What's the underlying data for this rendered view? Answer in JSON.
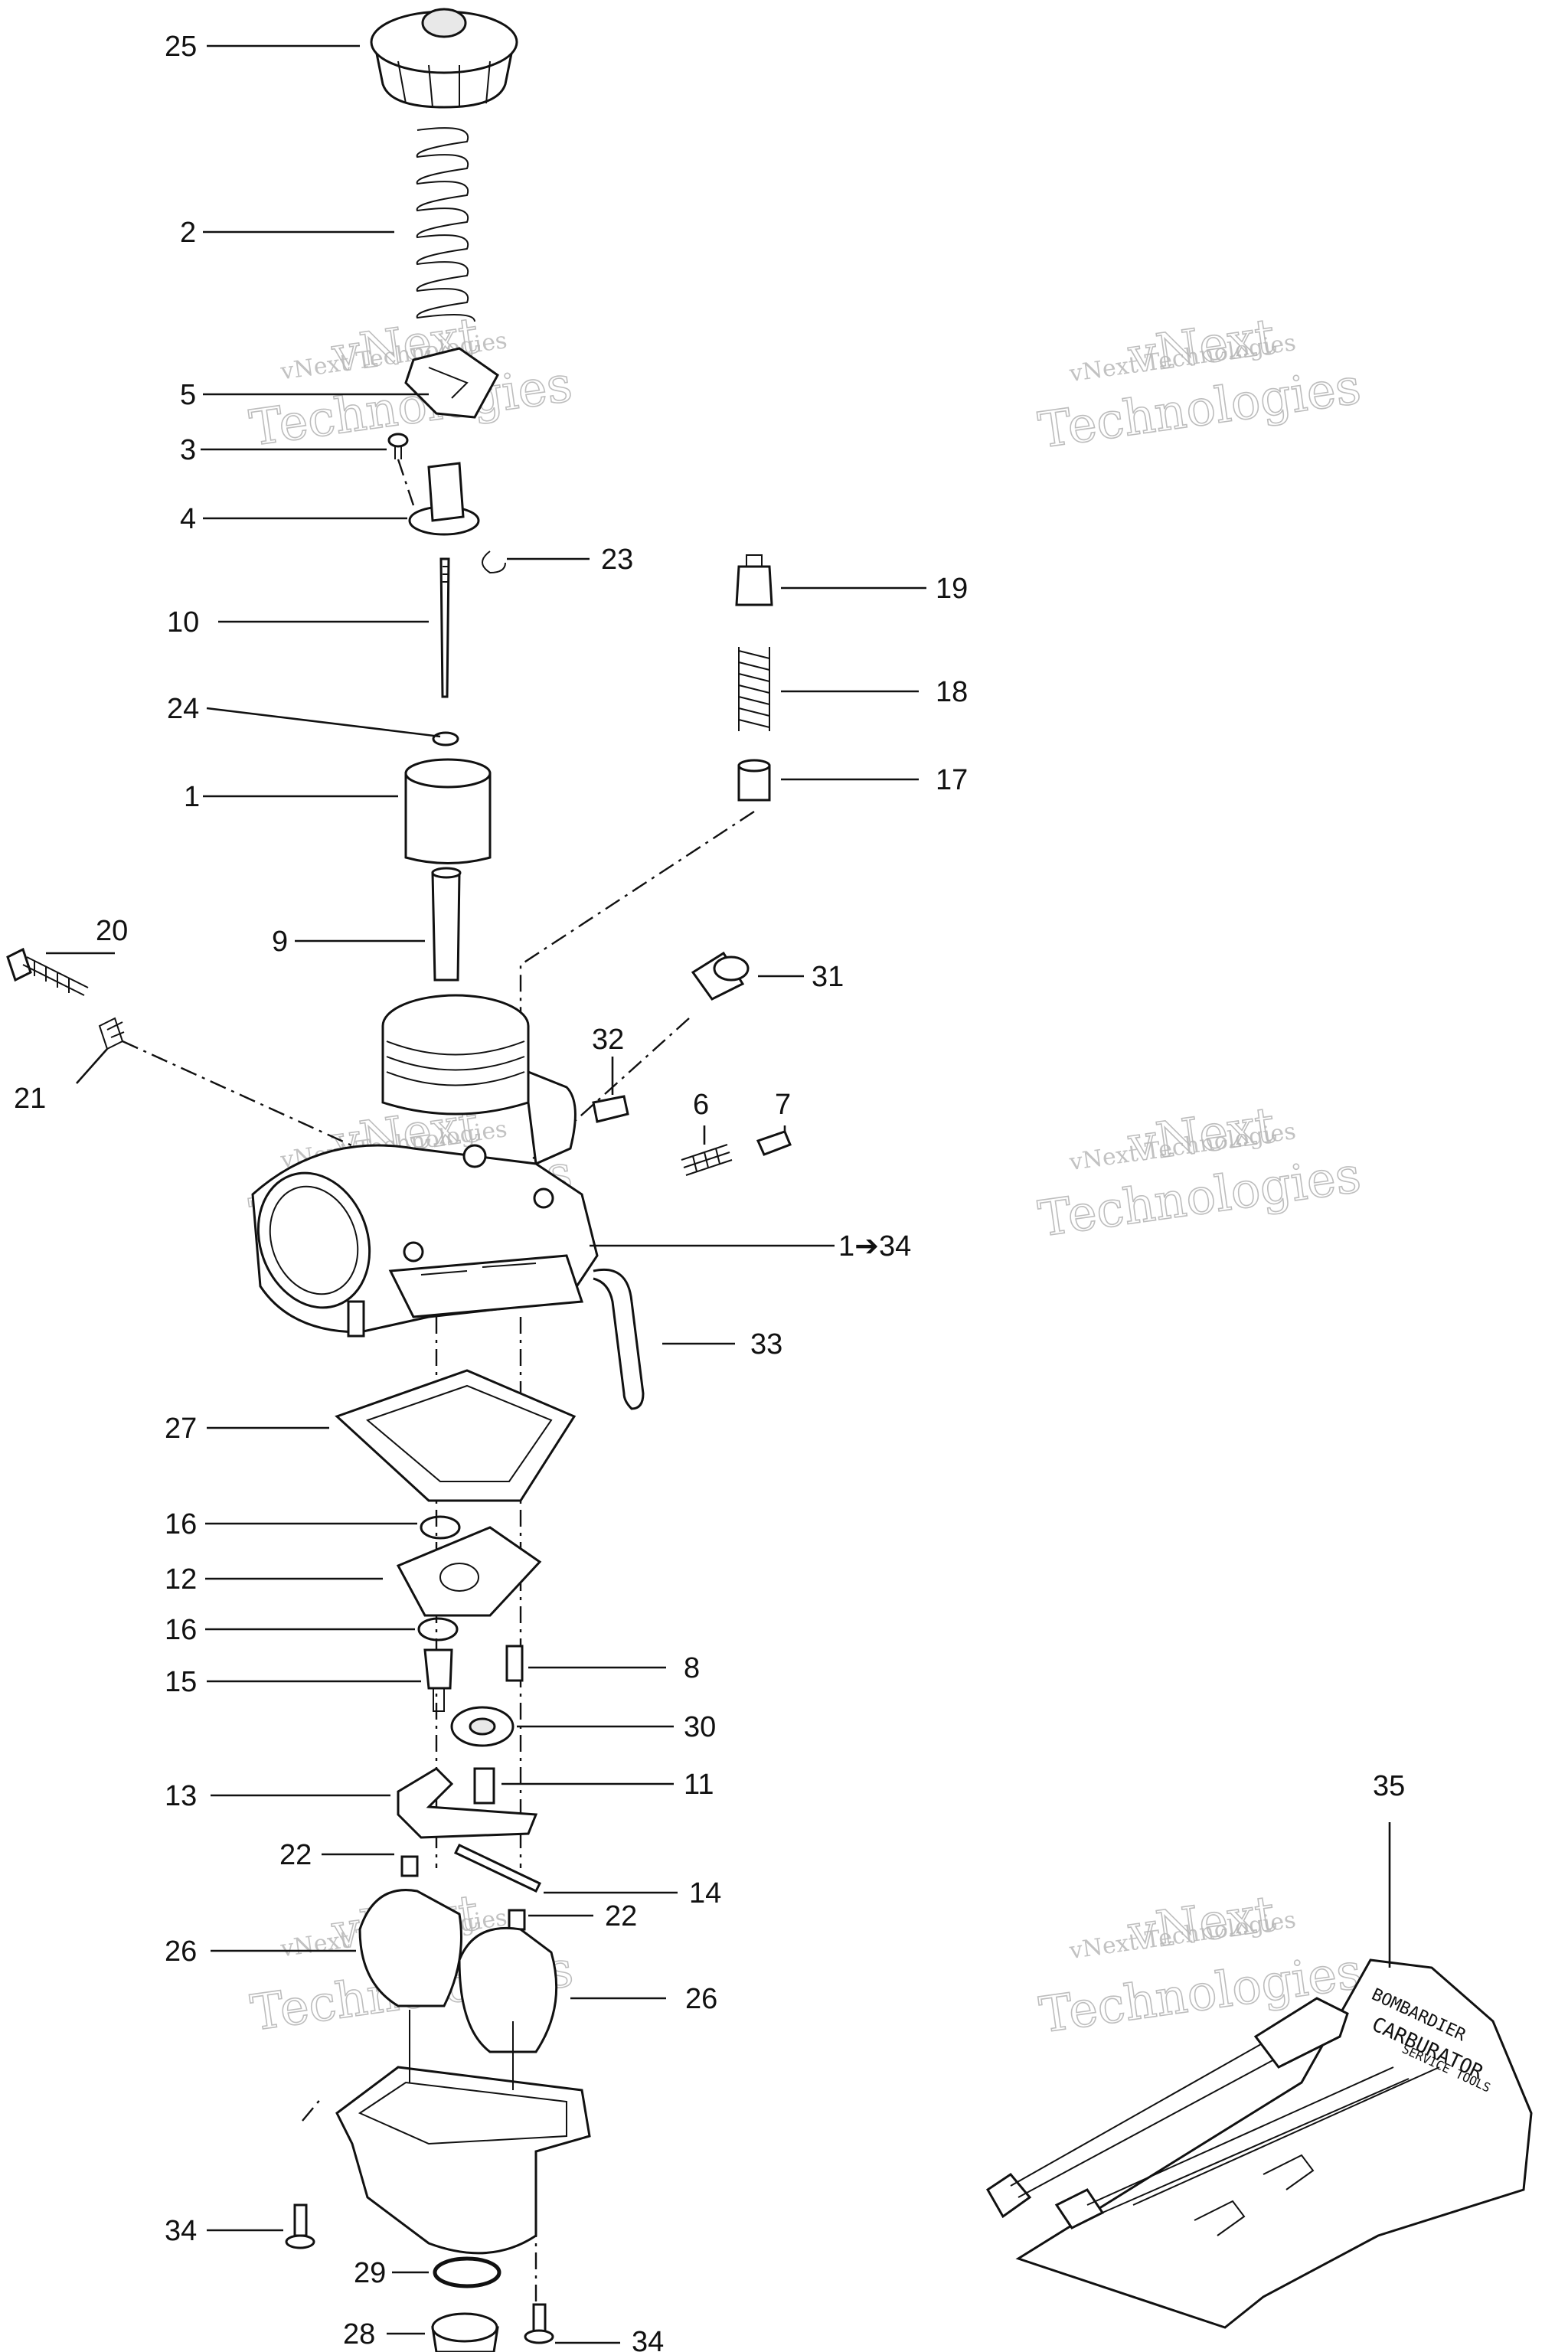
{
  "diagram": {
    "callouts": {
      "c25": "25",
      "c2": "2",
      "c5": "5",
      "c3": "3",
      "c4": "4",
      "c23": "23",
      "c10": "10",
      "c19": "19",
      "c18": "18",
      "c24": "24",
      "c17": "17",
      "c1": "1",
      "c9": "9",
      "c20": "20",
      "c31": "31",
      "c32": "32",
      "c21": "21",
      "c6": "6",
      "c7": "7",
      "c1to34": "1➔34",
      "c33": "33",
      "c27": "27",
      "c16a": "16",
      "c12": "12",
      "c16b": "16",
      "c8": "8",
      "c15": "15",
      "c30": "30",
      "c13": "13",
      "c11": "11",
      "c35": "35",
      "c22a": "22",
      "c14": "14",
      "c22b": "22",
      "c26a": "26",
      "c26b": "26",
      "c34a": "34",
      "c29": "29",
      "c28": "28",
      "c34b": "34"
    },
    "watermark": {
      "line1": "vNext Technologies",
      "line2": "vNext",
      "line3": "Technologies"
    },
    "toolkit_label": {
      "line1": "BOMBARDIER",
      "line2": "CARBURATOR",
      "line3": "SERVICE TOOLS"
    }
  }
}
